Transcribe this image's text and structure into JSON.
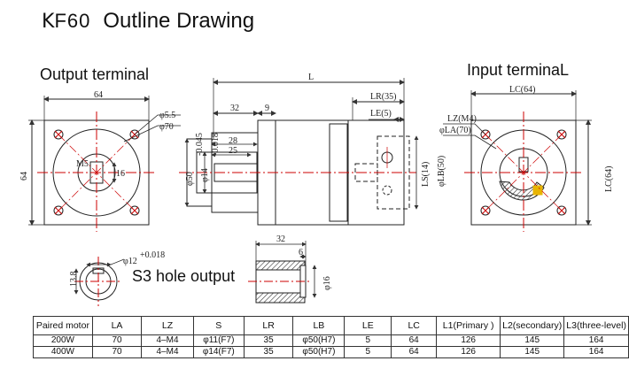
{
  "title": {
    "brand_k": "K",
    "model": "F60",
    "text": "Outline Drawing"
  },
  "labels": {
    "output_terminal": "Output terminal",
    "input_terminal": "Input terminaL",
    "s3_hole": "S3 hole output"
  },
  "dims": {
    "d64_top": "64",
    "d64_side": "64",
    "d5_5": "φ5.5",
    "d70": "φ70",
    "d16": "16",
    "m5": "M5",
    "L": "L",
    "d32": "32",
    "d9": "9",
    "d28": "28",
    "d25": "25",
    "lr35": "LR(35)",
    "le5": "LE(5)",
    "d50": "φ50",
    "d50_tol": "-0.045",
    "d14": "φ14",
    "d14_tol": "-0.018",
    "ls": "LS(14)",
    "lb50": "φLB(50)",
    "lc64_top": "LC(64)",
    "lz": "LZ(M4)",
    "la70": "φLA(70)",
    "lc64_side": "LC(64)",
    "s3_32": "32",
    "s3_6": "6",
    "s3_12": "φ12",
    "s3_12_tol": "+0.018",
    "s3_16": "φ16",
    "s3_13_8": "13.8"
  },
  "table": {
    "headers": [
      "Paired motor",
      "LA",
      "LZ",
      "S",
      "LR",
      "LB",
      "LE",
      "LC",
      "L1(Primary )",
      "L2(secondary)",
      "L3(three-level)"
    ],
    "rows": [
      [
        "200W",
        "70",
        "4–M4",
        "φ11(F7)",
        "35",
        "φ50(H7)",
        "5",
        "64",
        "126",
        "145",
        "164"
      ],
      [
        "400W",
        "70",
        "4–M4",
        "φ14(F7)",
        "35",
        "φ50(H7)",
        "5",
        "64",
        "126",
        "145",
        "164"
      ]
    ]
  }
}
